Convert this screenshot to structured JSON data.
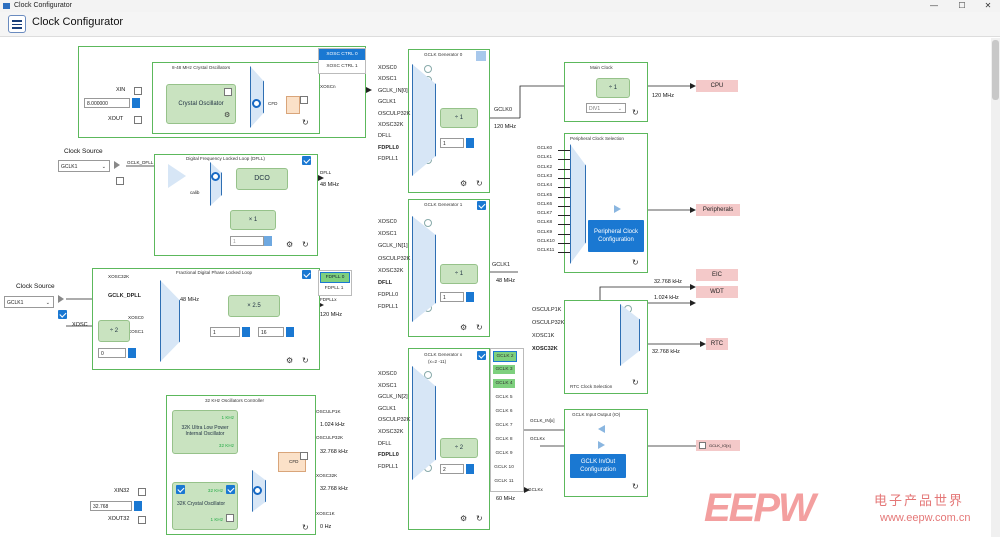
{
  "window": {
    "title": "Clock Configurator",
    "minimize": "—",
    "maximize": "☐",
    "close": "✕"
  },
  "header": {
    "title": "Clock Configurator"
  },
  "xosc": {
    "title": "8-48 MHz Crystal Oscillators",
    "xin": "XIN",
    "xout": "XOUT",
    "freq": "8.000000",
    "block": "Crystal Oscillator",
    "cfd": "CFD",
    "out": "XOSCn",
    "tabs": [
      "XOSC CTRL 0",
      "XOSC CTRL 1"
    ]
  },
  "dfll": {
    "clock_source_label": "Clock Source",
    "clock_source_value": "GCLK1",
    "gclk_label": "GCLK_DFLL",
    "title": "Digital Frequency Locked Loop (DFLL)",
    "dco": "DCO",
    "calib": "calib",
    "mult": "× 1",
    "mult_value": "1",
    "out": "DFLL",
    "freq": "48 MHz"
  },
  "fdpll": {
    "clock_source_label": "Clock Source",
    "clock_source_value": "GCLK1",
    "title": "Fractional Digital Phase Locked Loop",
    "inputs": [
      "XOSC32K",
      "GCLK_DPLL"
    ],
    "xosc": "XOSC",
    "div": "÷ 2",
    "div_value": "0",
    "xosc_inputs": [
      "XOSC0",
      "XOSC1"
    ],
    "freq_in": "48 MHz",
    "mult": "× 2.5",
    "mult_int": "1",
    "mult_frac": "16",
    "out": "FDPLLx",
    "freq": "120 MHz",
    "tabs": [
      "FDPLL 0",
      "FDPLL 1"
    ]
  },
  "osc32": {
    "title": "32 KHz Oscillators Controller",
    "ulp": "32K Ultra Low Power Internal Oscillator",
    "ulp_1k": "1 KHz",
    "ulp_32k": "32 KHz",
    "xin": "XIN32",
    "xout": "XOUT32",
    "freq": "32.768",
    "crystal": "32K Crystal Oscillator",
    "xtal_32k": "32 KHz",
    "xtal_1k": "1 KHz",
    "cfd": "CFD",
    "outs": [
      {
        "name": "OSCULP1K",
        "freq": "1.024 kHz"
      },
      {
        "name": "OSCULP32K",
        "freq": "32.768 kHz"
      },
      {
        "name": "XOSC32K",
        "freq": "32.768 kHz"
      },
      {
        "name": "XOSC1K",
        "freq": "0 Hz"
      }
    ]
  },
  "gclk0": {
    "title": "GCLK Generator 0",
    "inputs": [
      "XOSC0",
      "XOSC1",
      "GCLK_IN[0]",
      "GCLK1",
      "OSCULP32K",
      "XOSC32K",
      "DFLL",
      "FDPLL0",
      "FDPLL1"
    ],
    "div": "÷ 1",
    "div_value": "1",
    "out": "GCLK0",
    "freq": "120 MHz"
  },
  "gclk1": {
    "title": "GCLK Generator 1",
    "inputs": [
      "XOSC0",
      "XOSC1",
      "GCLK_IN[1]",
      "OSCULP32K",
      "XOSC32K",
      "DFLL",
      "FDPLL0",
      "FDPLL1"
    ],
    "div": "÷ 1",
    "div_value": "1",
    "out": "GCLK1",
    "freq": "48 MHz"
  },
  "gclkx": {
    "title": "GCLK Generator x",
    "subtitle": "(x=2 -11)",
    "inputs": [
      "XOSC0",
      "XOSC1",
      "GCLK_IN[2]",
      "GCLK1",
      "OSCULP32K",
      "XOSC32K",
      "DFLL",
      "FDPLL0",
      "FDPLL1"
    ],
    "div": "÷ 2",
    "div_value": "2",
    "out": "GCLKx",
    "freq": "60 MHz",
    "list": [
      "GCLK 2",
      "GCLK 3",
      "GCLK 4",
      "GCLK 5",
      "GCLK 6",
      "GCLK 7",
      "GCLK 8",
      "GCLK 9",
      "GCLK 10",
      "GCLK 11"
    ]
  },
  "main_clock": {
    "title": "Main Clock",
    "div": "÷ 1",
    "div_select": "DIV1",
    "freq": "120 MHz",
    "out": "CPU"
  },
  "periph": {
    "title": "Peripheral Clock Selection",
    "inputs": [
      "GCLK0",
      "GCLK1",
      "GCLK2",
      "GCLK3",
      "GCLK4",
      "GCLK5",
      "GCLK6",
      "GCLK7",
      "GCLK8",
      "GCLK9",
      "GCLK10",
      "GCLK11"
    ],
    "button": "Peripheral Clock Configuration",
    "out": "Peripherals"
  },
  "eic_wdt": {
    "eic": "EIC",
    "wdt": "WDT",
    "eic_freq": "32.768 kHz",
    "wdt_freq": "1.024 kHz"
  },
  "rtc": {
    "title": "RTC Clock Selection",
    "inputs": [
      "OSCULP1K",
      "OSCULP32K",
      "XOSC1K",
      "XOSC32K"
    ],
    "freq": "32.768 kHz",
    "out": "RTC"
  },
  "gclk_io": {
    "title": "GCLK Input Output (IO)",
    "in_label": "GCLK_IN[x]",
    "out_label": "GCLKx",
    "button": "GCLK In/Out Configuration",
    "pin": "GCLK_IO[x]"
  },
  "watermark": {
    "brand": "EEPW",
    "cn": "电子产品世界",
    "url": "www.eepw.com.cn"
  }
}
